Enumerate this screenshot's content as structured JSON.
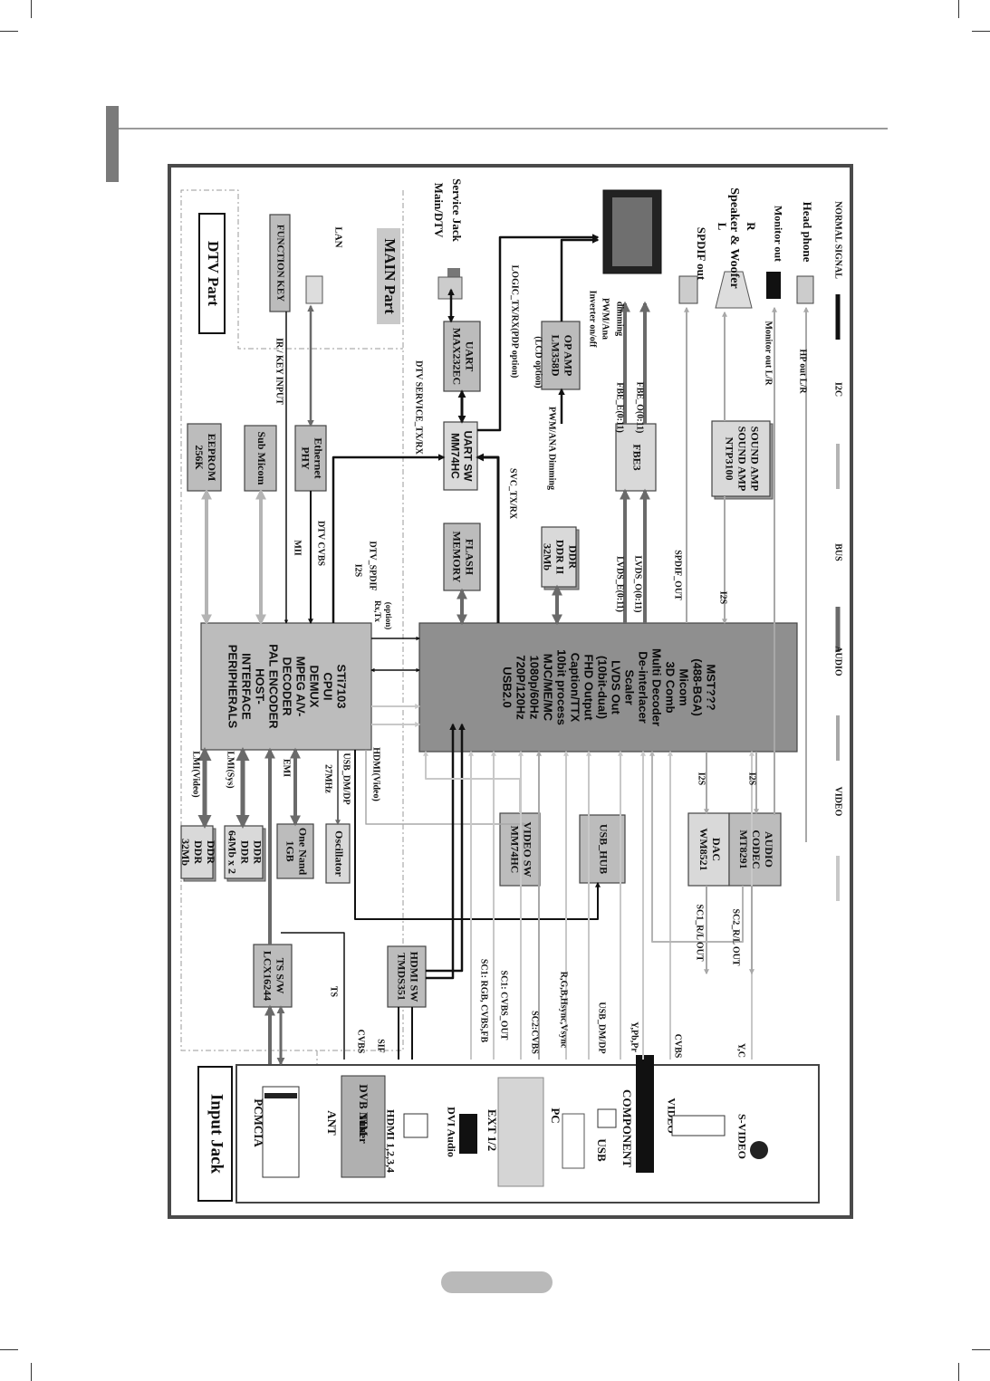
{
  "legend": {
    "normal": "NORMAL SIGNAL",
    "i2c": "I2C",
    "bus": "BUS",
    "audio": "AUDIO",
    "video": "VIDEO"
  },
  "sections": {
    "dtv": "DTV Part",
    "main": "MAIN Part",
    "input_jack": "Input Jack"
  },
  "blocks": {
    "eeprom": [
      "EEPROM",
      "256K"
    ],
    "sub_micom": [
      "Sub Micom"
    ],
    "ethernet": [
      "Ethernet",
      "PHY"
    ],
    "function_key": [
      "FUNCTION KEY"
    ],
    "lan": [
      "LAN"
    ],
    "uart_sw": [
      "UART SW",
      "MM74HC"
    ],
    "uart": [
      "UART",
      "MAX232EC"
    ],
    "service_jack": [
      "Main/DTV",
      "Service Jack"
    ],
    "flash": [
      "FLASH",
      "MEMORY"
    ],
    "ddr2": [
      "DDR",
      "DDR II",
      "32Mb"
    ],
    "fbe3": [
      "FBE3"
    ],
    "op_amp": [
      "OP AMP",
      "LM358D"
    ],
    "sound_amp": [
      "SOUND AMP",
      "SOUND AMP",
      "NTP3100"
    ],
    "sti": [
      "STi7103",
      "CPUI",
      "DEMUX",
      "MPEG A/V-",
      "DECODER",
      "PAL ENCODER",
      "HOST-",
      "INTERFACE",
      "PERIPHERALS"
    ],
    "micom": [
      "MST???",
      "(488-BGA)",
      "Micom",
      "3D Comb",
      "Multi Decoder",
      "De-interlacer",
      "Scaler",
      "LVDS Out",
      "(10bit-dual)",
      "FHD Output",
      "Caption/TTX",
      "10bit process",
      "MJC/ME/MC",
      "1080p/60Hz",
      "720P/120Hz",
      "USB2.0"
    ],
    "ddr_a": [
      "DDR",
      "DDR",
      "32Mb"
    ],
    "ddr_b": [
      "DDR",
      "DDR",
      "64Mb x 2"
    ],
    "one_nand": [
      "One Nand",
      "1GB"
    ],
    "oscillator": [
      "Oscillator"
    ],
    "video_sw": [
      "VIDEO SW",
      "MM74HC"
    ],
    "usb_hub": [
      "USB_HUB"
    ],
    "dac": [
      "DAC",
      "WM8521"
    ],
    "audio_codec": [
      "AUDIO",
      "CODEC",
      "MT8291"
    ],
    "ts_sw": [
      "TS S/W",
      "LCX16244"
    ],
    "hdmi_sw": [
      "HDMI SW",
      "TMDS351"
    ]
  },
  "signals": {
    "ir_key": "IR / KEY INPUT",
    "mii": "MII",
    "dtv_cvbs": "DTV CVBS",
    "i2s_a": "I2S",
    "dtv_spdif": "DTV_SPDIF",
    "rx_tx": [
      "Rx,Tx",
      "(option)"
    ],
    "dtv_service": "DTV SERVICE_TX/RX",
    "svc": "SVC_TX/RX",
    "logic": "LOGIC_TX/RX(PDP option)",
    "lcd_option": "(LCD option)",
    "pwm_ana": "PWM/ANA Dimming",
    "inverter": [
      "Inverter on/off",
      "PWM/Ana",
      "dimming"
    ],
    "fbe_e": "FBE_E(0:11)",
    "fbe_o": "FBE_O(0:11)",
    "lvds_e": "LVDS_E(0:11)",
    "lvds_o": "LVDS_O(0:11)",
    "spdif_out": "SPDIF_OUT",
    "i2s_b": "I2S",
    "i2s_c": "I2S",
    "i2s_d": "I2S",
    "monitor_lr": "Monitor out L/R",
    "hp_lr": "HP out L/R",
    "lmi_video": "LMI(Video)",
    "lmi_sys": "LMI(Sys)",
    "emi": "EMI",
    "mhz": "27MHz",
    "usb_dmdp": "USB_DM/DP",
    "hdmi_video": "HDMI(Video)",
    "ts": "TS",
    "cvbs_a": "CVBS",
    "sif": "SIF",
    "sc1_rgb": "SC1: RGB, CVBS,FB",
    "sc1_cvbs": "SC1: CVBS_OUT",
    "sc2_cvbs": "SC2:CVBS",
    "rgb_sync": "R,G,B,Hsync,Vsync",
    "usb_dmdp2": "USB_DM/DP",
    "ypbpr": "Y,Pb,Pr",
    "cvbs_b": "CVBS",
    "yc": "Y,C",
    "sc1_rl": "SC1_R/L OUT",
    "sc2_rl": "SC2_R/L OUT"
  },
  "outputs": {
    "spdif": "SPDIF out",
    "speaker_l": "L",
    "speaker": "Speaker & Woofer",
    "speaker_r": "R",
    "monitor": "Monitor out",
    "headphone": "Head phone"
  },
  "inputs": {
    "pcmcia": "PCMCIA",
    "ant": "ANT",
    "tuner": [
      "DVB NIM",
      "Tuner"
    ],
    "hdmi": "HDMI 1,2,3,4",
    "dvi_audio": "DVI Audio",
    "ext": "EXT 1/2",
    "pc": "PC",
    "usb": "USB",
    "component": "COMPONENT",
    "video": "VIDEO",
    "svideo": "S-VIDEO"
  },
  "colors": {
    "normal": "#111111",
    "bus": "#6a6a6a",
    "audio": "#a8a8a8",
    "video": "#c8c8c8",
    "i2c": "#b4b4b4",
    "block_dark": "#8f8f8f",
    "block_mid": "#bcbcbc",
    "block_light": "#d9d9d9"
  }
}
